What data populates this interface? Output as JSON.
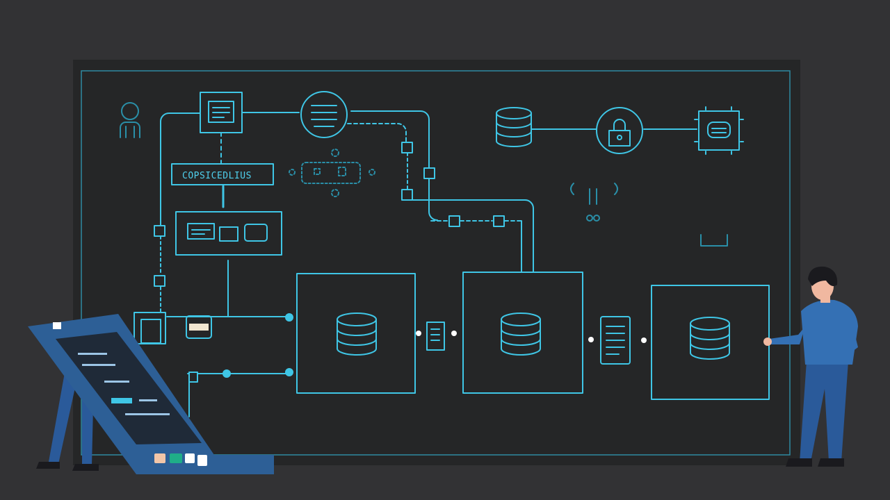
{
  "diagram": {
    "label_box_text": "COPSICEDLIUS",
    "colors": {
      "background": "#323234",
      "board": "#252627",
      "board_edge": "#1e1f20",
      "line": "#3fc6e6",
      "line_dim": "#2a8fa8",
      "tablet": "#2d5f96",
      "person_shirt": "#3470b4",
      "person_pants": "#2a5a9a",
      "person_hair": "#1a1a1e",
      "skin": "#f0b8a0"
    },
    "icons": [
      "user-icon",
      "document-icon",
      "list-circle-icon",
      "database-icon",
      "lock-icon",
      "chip-icon",
      "server-icon",
      "tablet-device",
      "person-figure"
    ],
    "tablet": {
      "buttons": [
        "#f2c6a8",
        "#1fae88",
        "#ffffff",
        "#ffffff"
      ]
    }
  }
}
